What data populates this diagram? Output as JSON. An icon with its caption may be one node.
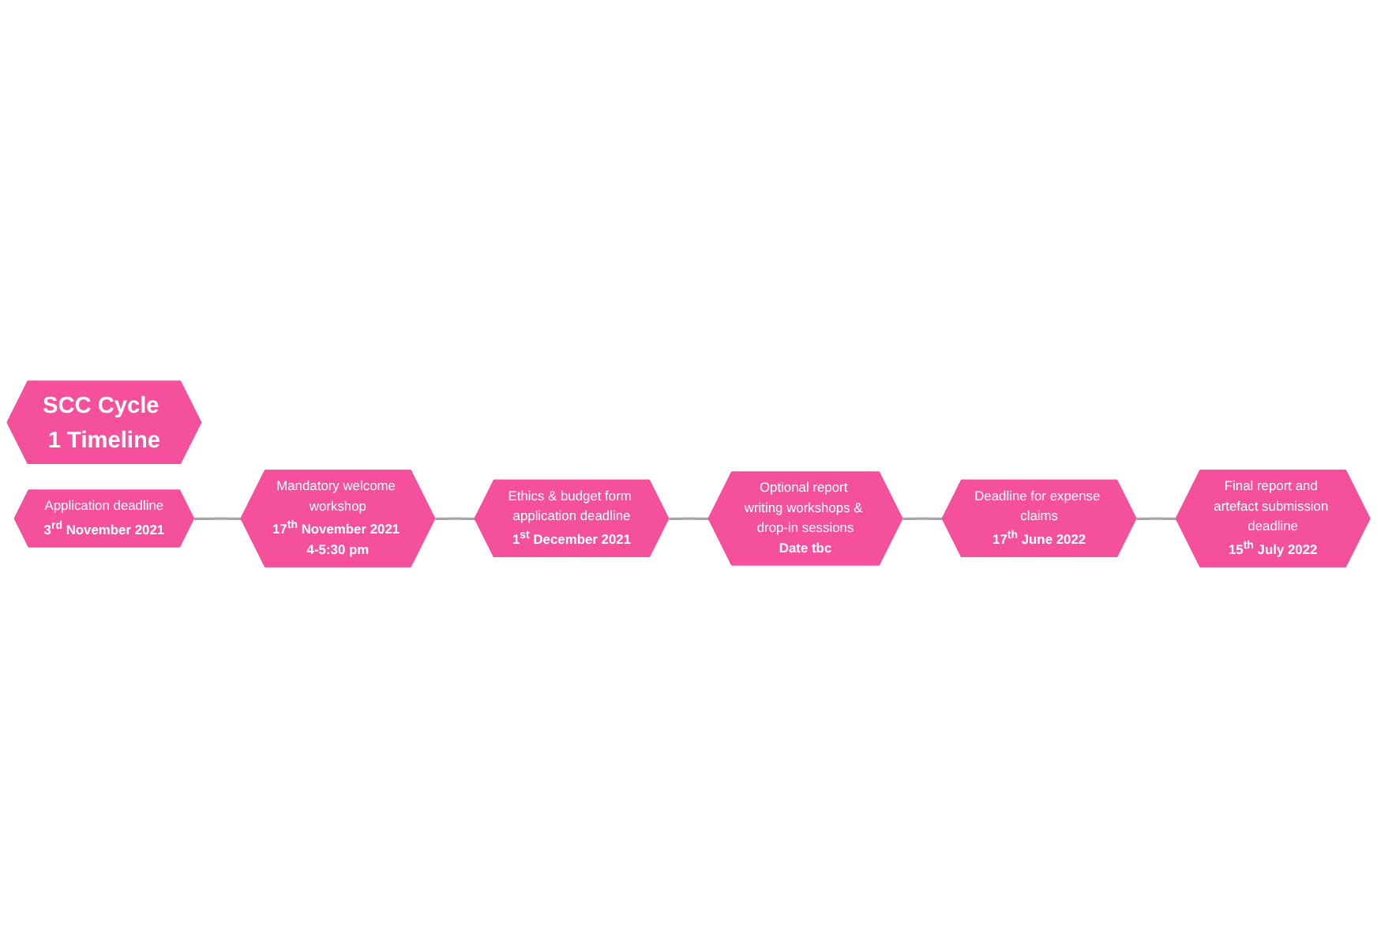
{
  "diagram": {
    "nodes": [
      {
        "text": [
          "SCC Cycle 1 Timeline"
        ]
      },
      {
        "text": [
          "Application deadline",
          "3$^{rd}$ November 2021"
        ]
      },
      {
        "text": [
          "Mandatory welcome workshop",
          "17$^{th}$ November 2021 4-5:30 pm"
        ]
      },
      {
        "text": [
          "Ethics & budget form application deadline",
          "1$^{st}$ December 2021"
        ]
      },
      {
        "text": [
          "Optional report writing workshops & drop-in sessions",
          "Date tbc"
        ]
      },
      {
        "text": [
          "Deadline for expense claims",
          "17$^{th}$ June 2022"
        ]
      },
      {
        "text": [
          "Final report and artefact submission deadline",
          "15$^{th}$ July 2022"
        ]
      }
    ],
    "edges": [
      {
        "from": 1,
        "to": 2,
        "arrow": "none"
      },
      {
        "from": 2,
        "to": 3,
        "arrow": "none"
      },
      {
        "from": 3,
        "to": 4,
        "arrow": "none"
      },
      {
        "from": 4,
        "to": 5,
        "arrow": "none"
      },
      {
        "from": 5,
        "to": 6,
        "arrow": "none"
      }
    ]
  }
}
